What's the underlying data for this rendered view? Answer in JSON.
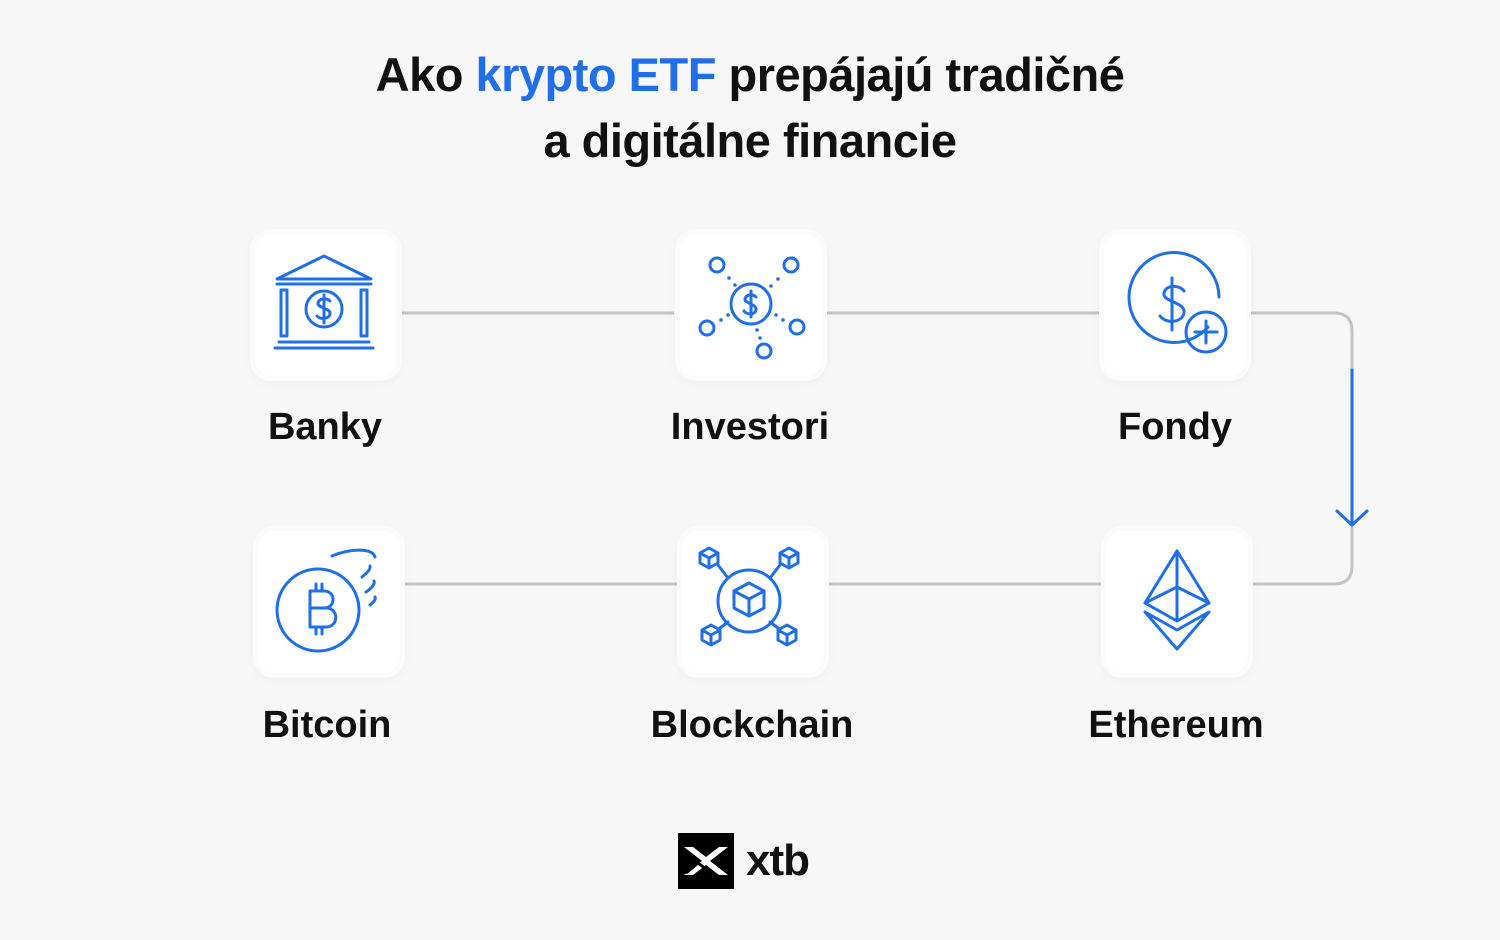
{
  "title": {
    "part1": "Ako ",
    "highlight": "krypto ETF",
    "part2": " prepájajú tradičné",
    "line2": "a digitálne financie"
  },
  "nodes": {
    "banky": {
      "label": "Banky",
      "icon": "bank-icon"
    },
    "investori": {
      "label": "Investori",
      "icon": "investor-network-icon"
    },
    "fondy": {
      "label": "Fondy",
      "icon": "dollar-plus-coin-icon"
    },
    "ethereum": {
      "label": "Ethereum",
      "icon": "ethereum-icon"
    },
    "blockchain": {
      "label": "Blockchain",
      "icon": "blockchain-cubes-icon"
    },
    "bitcoin": {
      "label": "Bitcoin",
      "icon": "bitcoin-coin-icon"
    }
  },
  "logo": {
    "text": "xtb"
  },
  "colors": {
    "accent": "#1f6fe8",
    "connector": "#c4c4c4",
    "background": "#f7f7f7"
  }
}
